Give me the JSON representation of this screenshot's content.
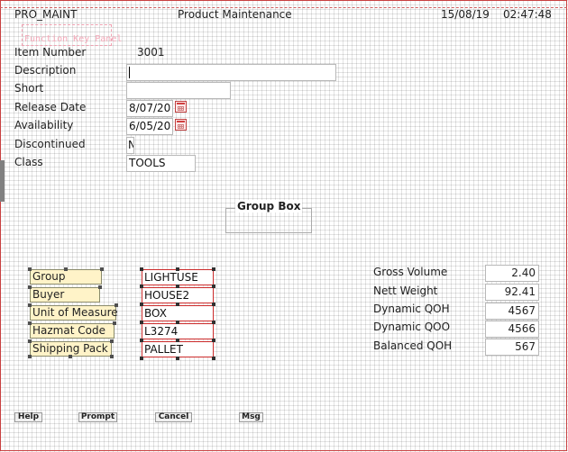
{
  "header": {
    "program": "PRO_MAINT",
    "title": "Product Maintenance",
    "date": "15/08/19",
    "time": "02:47:48"
  },
  "function_key_panel": "Function Key Panel",
  "fields": {
    "item_number": {
      "label": "Item Number",
      "value": "3001"
    },
    "description": {
      "label": "Description",
      "value": ""
    },
    "short": {
      "label": "Short",
      "value": ""
    },
    "release_date": {
      "label": "Release Date",
      "value": "8/07/20"
    },
    "availability": {
      "label": "Availability",
      "value": "6/05/20"
    },
    "discontinued": {
      "label": "Discontinued",
      "value": "N"
    },
    "class": {
      "label": "Class",
      "value": "TOOLS"
    }
  },
  "group_box": {
    "label": "Group Box"
  },
  "attribute_labels": [
    "Group",
    "Buyer",
    "Unit of Measure",
    "Hazmat Code",
    "Shipping Pack"
  ],
  "attribute_values": [
    "LIGHTUSE",
    "HOUSE2",
    "BOX",
    "L3274",
    "PALLET"
  ],
  "metrics": [
    {
      "label": "Gross Volume",
      "value": "2.40"
    },
    {
      "label": "Nett Weight",
      "value": "92.41"
    },
    {
      "label": "Dynamic QOH",
      "value": "4567"
    },
    {
      "label": "Dynamic QOO",
      "value": "4566"
    },
    {
      "label": "Balanced QOH",
      "value": "567"
    }
  ],
  "function_keys": [
    "Help",
    "Prompt",
    "Cancel",
    "Msg"
  ],
  "icons": {
    "calendar": "calendar-icon"
  },
  "colors": {
    "design_border": "#c84040",
    "label_chip": "#fff3c8",
    "selection": "#cc2b2b"
  }
}
